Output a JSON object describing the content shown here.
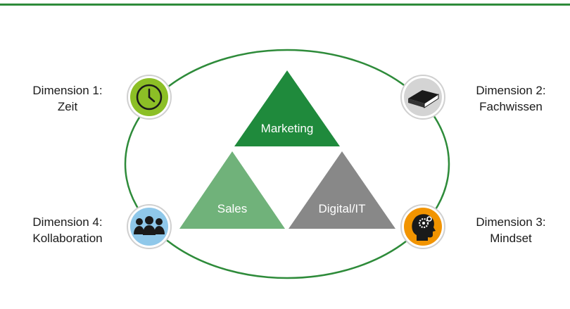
{
  "header": {
    "title_fragment": "",
    "accent": "#2e8b3a"
  },
  "diagram": {
    "triangles": [
      {
        "label": "Marketing",
        "color": "#1f8a3c"
      },
      {
        "label": "Sales",
        "color": "#70b27a"
      },
      {
        "label": "Digital/IT",
        "color": "#888888"
      }
    ],
    "dimensions": [
      {
        "line1": "Dimension 1:",
        "line2": "Zeit",
        "icon": "clock-icon",
        "color": "#8cbf26"
      },
      {
        "line1": "Dimension 2:",
        "line2": "Fachwissen",
        "icon": "book-icon",
        "color": "#d4d4d4"
      },
      {
        "line1": "Dimension 3:",
        "line2": "Mindset",
        "icon": "head-gears-icon",
        "color": "#f29400"
      },
      {
        "line1": "Dimension 4:",
        "line2": "Kollaboration",
        "icon": "people-icon",
        "color": "#8fc8ea"
      }
    ],
    "ellipse_color": "#2e8b3a"
  }
}
